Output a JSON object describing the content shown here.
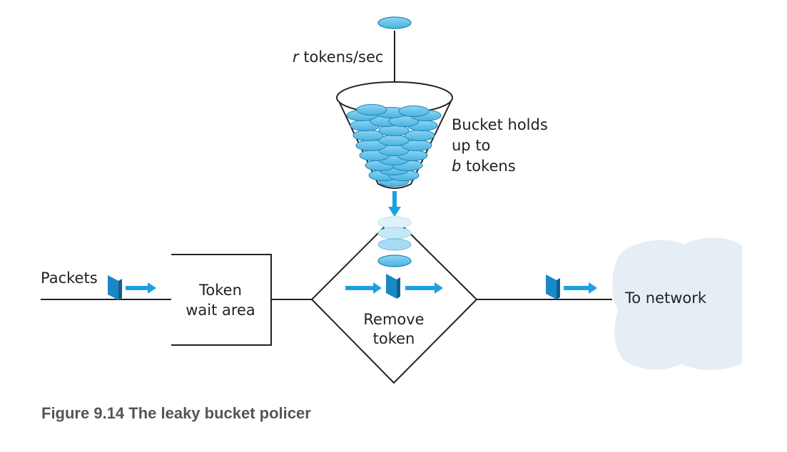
{
  "diagram": {
    "rate_var": "r",
    "rate_rest": " tokens/sec",
    "bucket_line1": "Bucket holds",
    "bucket_line2": "up to",
    "bucket_var": "b",
    "bucket_line3_rest": " tokens",
    "packets_label": "Packets",
    "wait_line1": "Token",
    "wait_line2": "wait area",
    "remove_line1": "Remove",
    "remove_line2": "token",
    "network_label": "To network"
  },
  "caption": "Figure 9.14 The leaky bucket policer",
  "colors": {
    "token_fill": "#58bde8",
    "token_stroke": "#1c85b8",
    "arrow": "#1ea0e0",
    "packet": "#1a87c7",
    "cloud": "#e6eef5",
    "line": "#222222"
  }
}
